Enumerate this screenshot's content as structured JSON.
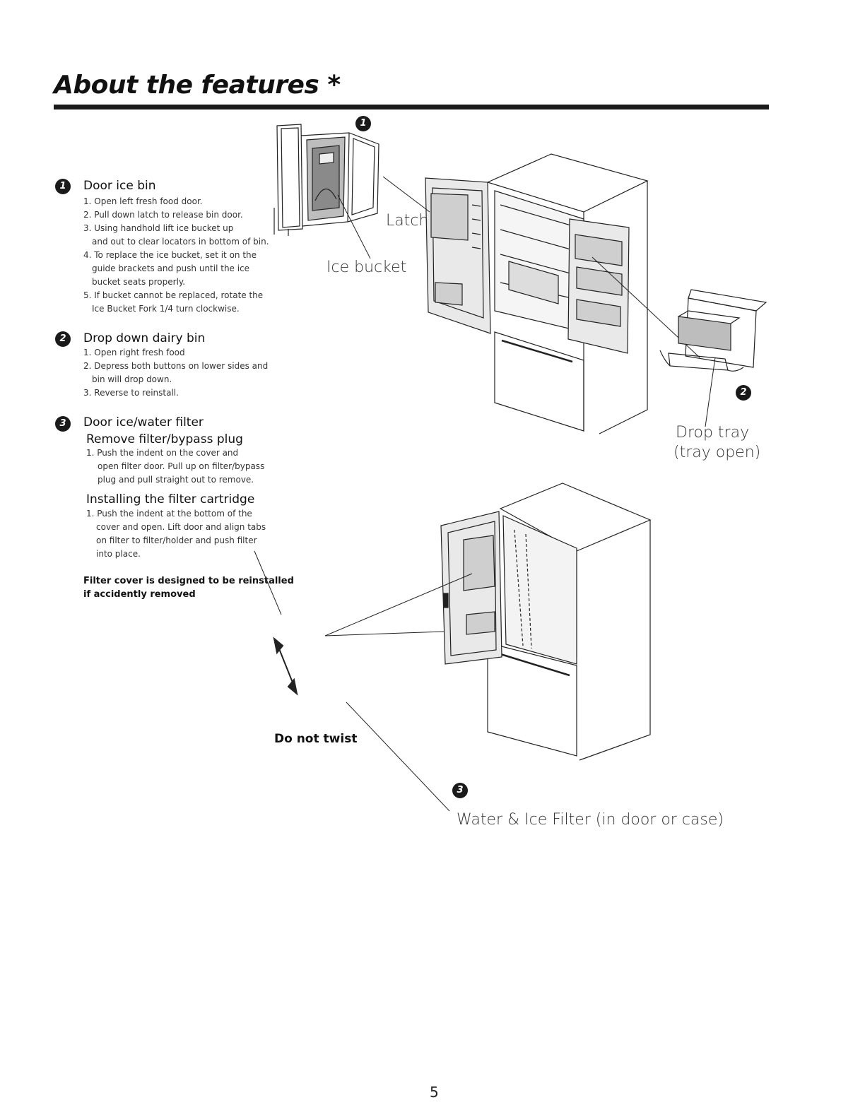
{
  "page": {
    "title": "About the features *",
    "page_number": "5"
  },
  "sections": [
    {
      "badge": "1",
      "heading": "Door ice bin",
      "steps": [
        "1. Open left fresh food door.",
        "2. Pull down latch to release bin door.",
        "3. Using handhold lift ice bucket up",
        "and out to clear locators in bottom of bin.",
        "4. To replace the ice bucket, set it on the",
        "guide brackets and push until the ice",
        "bucket seats properly.",
        "5. If bucket cannot be replaced, rotate the",
        "Ice Bucket Fork 1/4 turn clockwise."
      ]
    },
    {
      "badge": "2",
      "heading": "Drop down dairy bin",
      "steps": [
        "1. Open right fresh food",
        "2. Depress both buttons on lower sides and",
        "bin will drop down.",
        "3. Reverse to reinstall."
      ]
    },
    {
      "badge": "3",
      "heading": "Door ice/water filter",
      "subsections": [
        {
          "heading": "Remove filter/bypass plug",
          "steps": [
            "1. Push the indent on the cover and",
            "open filter door. Pull up on filter/bypass",
            "plug and pull straight out to remove."
          ]
        },
        {
          "heading": "Installing the filter cartridge",
          "steps": [
            "1. Push the indent at the bottom of the",
            "cover and open. Lift door and align tabs",
            "on filter to filter/holder and push filter",
            "into place."
          ]
        }
      ],
      "note": "Filter cover is designed to be reinstalled if accidently removed"
    }
  ],
  "figure_labels": {
    "latch": "Latch",
    "ice_bucket": "Ice bucket",
    "drop_tray_line1": "Drop tray",
    "drop_tray_line2": "(tray open)",
    "do_not_twist": "Do not twist",
    "water_ice_filter": "Water & Ice Filter  (in door or case)",
    "badge_1": "1",
    "badge_2": "2",
    "badge_3": "3"
  }
}
